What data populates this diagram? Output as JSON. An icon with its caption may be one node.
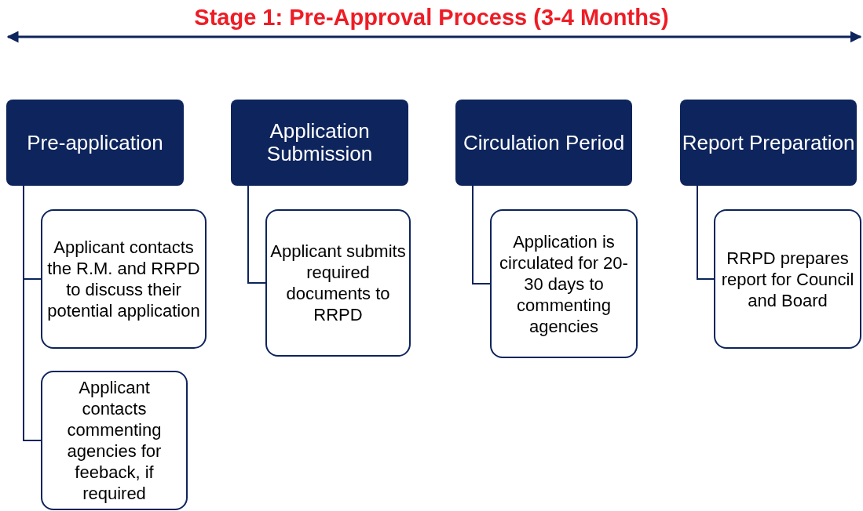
{
  "diagram": {
    "title": "Stage 1: Pre-Approval Process (3-4 Months)",
    "nodes": [
      {
        "text": [
          "Pre-application"
        ]
      },
      {
        "text": [
          "Applicant contacts the R.M. and RRPD to discuss their potential application"
        ]
      },
      {
        "text": [
          "Applicant contacts commenting agencies for feeback, if required"
        ]
      },
      {
        "text": [
          "Application Submission"
        ]
      },
      {
        "text": [
          "Applicant submits required documents to RRPD"
        ]
      },
      {
        "text": [
          "Circulation Period"
        ]
      },
      {
        "text": [
          "Application is circulated for 20-30 days to commenting agencies"
        ]
      },
      {
        "text": [
          "Report Preparation"
        ]
      },
      {
        "text": [
          "RRPD prepares report for Council and Board"
        ]
      }
    ],
    "edges": [
      {
        "from": 0,
        "to": 1,
        "arrow": "none"
      },
      {
        "from": 0,
        "to": 2,
        "arrow": "none"
      },
      {
        "from": 3,
        "to": 4,
        "arrow": "none"
      },
      {
        "from": 5,
        "to": 6,
        "arrow": "none"
      },
      {
        "from": 7,
        "to": 8,
        "arrow": "none"
      }
    ]
  }
}
